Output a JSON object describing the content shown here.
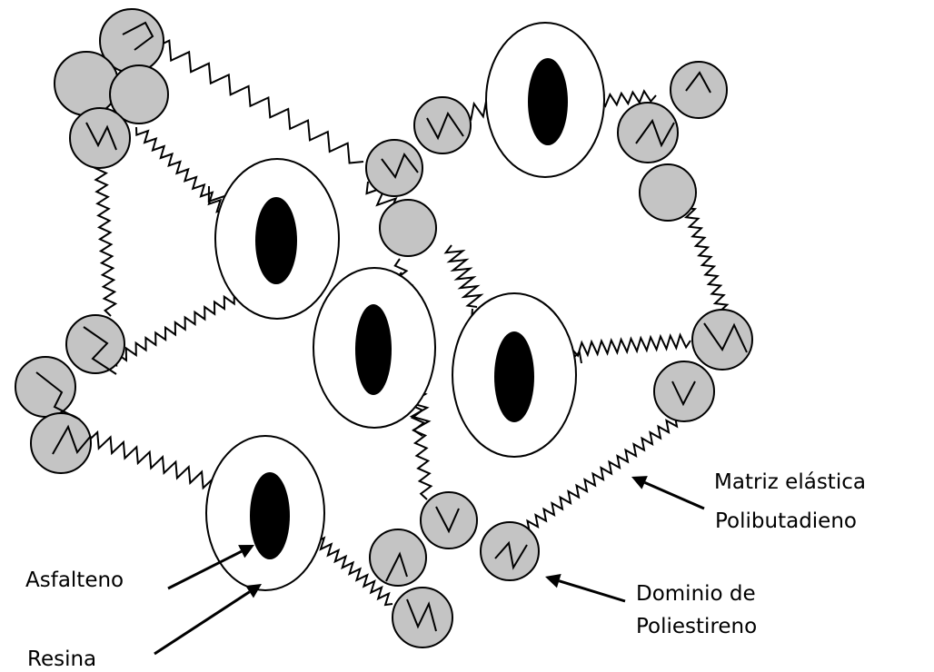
{
  "labels": {
    "matriz_line1": "Matriz elástica",
    "matriz_line2": "Polibutadieno",
    "asfalteno": "Asfalteno",
    "resina": "Resina",
    "dominio_line1": "Dominio de",
    "dominio_line2": "Poliestireno"
  },
  "colors": {
    "polystyrene_fill": "#c4c4c4",
    "asphaltene_fill": "#000000",
    "resin_fill": "#ffffff",
    "stroke": "#000000"
  }
}
